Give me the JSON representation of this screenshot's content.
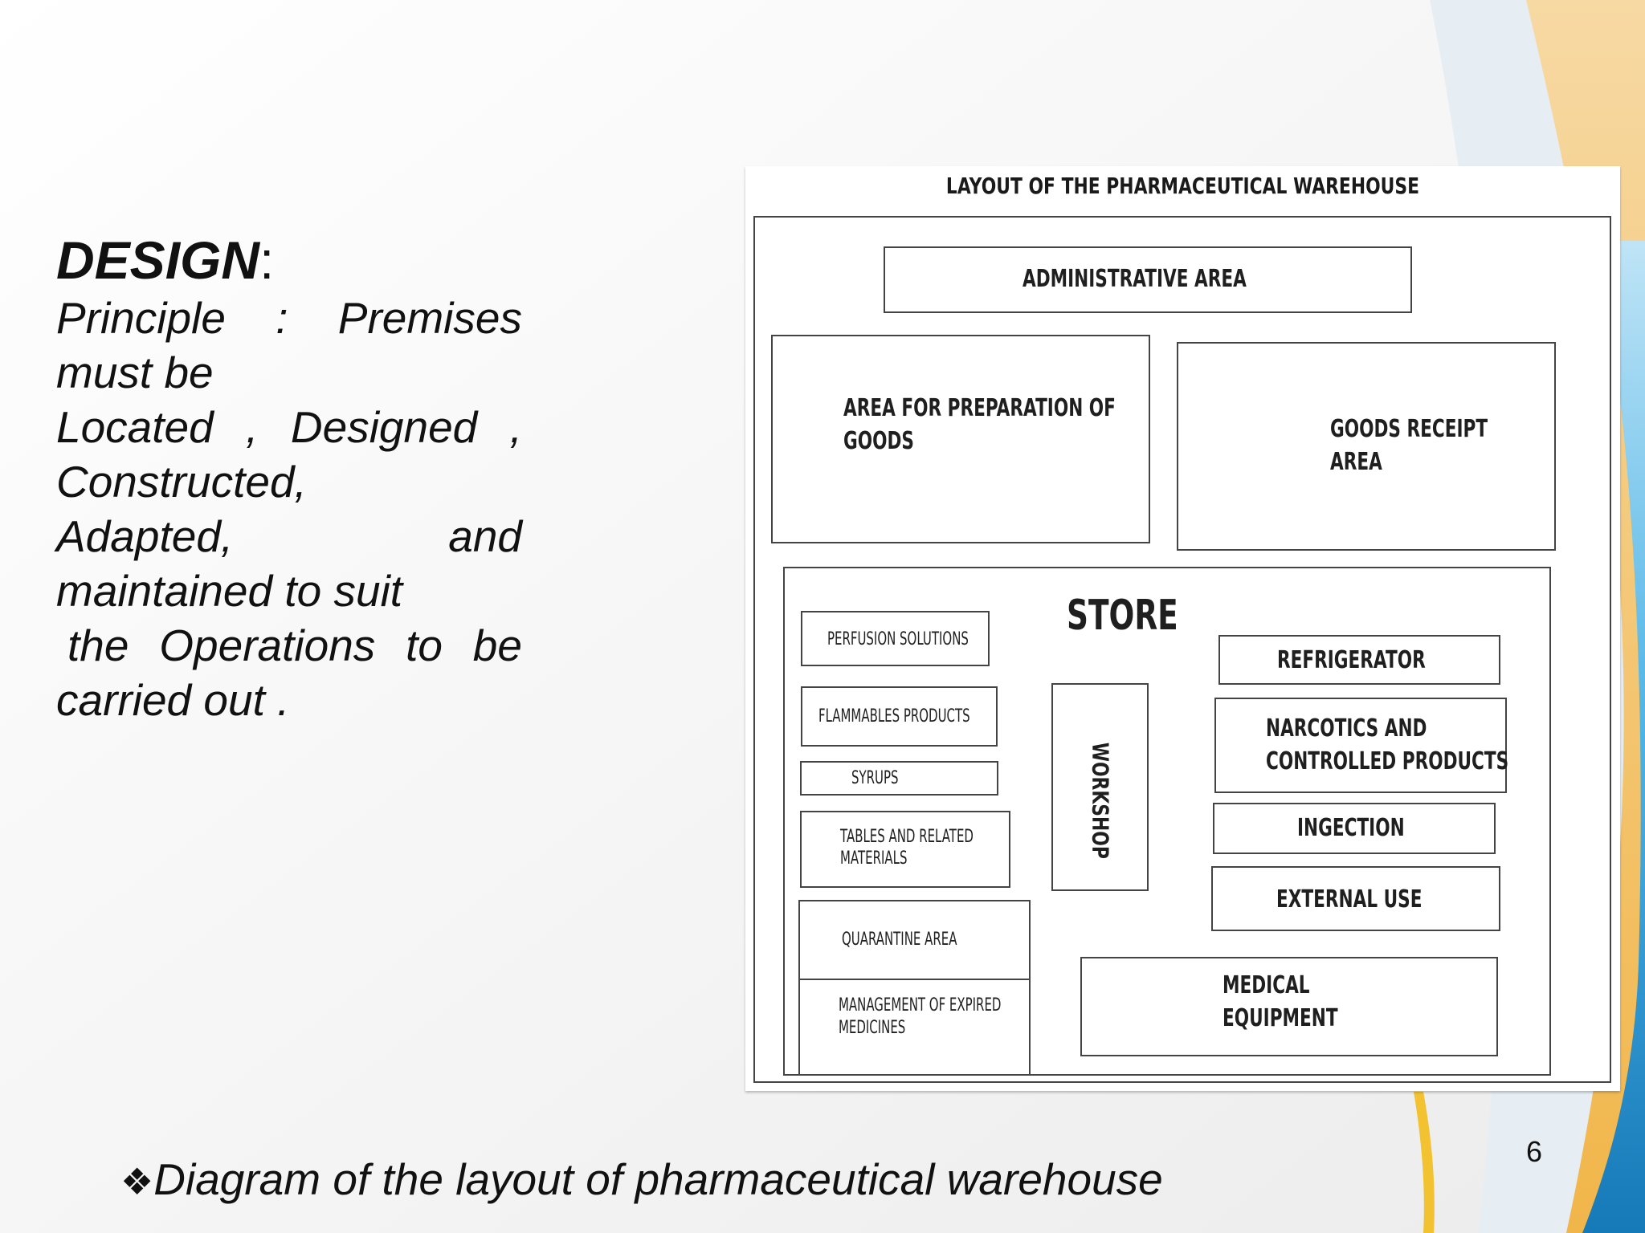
{
  "slide": {
    "heading": "DESIGN",
    "heading_colon": ":",
    "body_lines": [
      [
        "Principle",
        ":",
        "Premises"
      ],
      [
        "must be"
      ],
      [
        "Located",
        ",",
        "Designed",
        ","
      ],
      [
        "Constructed,"
      ],
      [
        "Adapted,",
        "and"
      ],
      [
        "maintained to suit"
      ],
      [
        "the",
        "Operations",
        "to",
        "be"
      ],
      [
        "carried out ."
      ]
    ],
    "caption_bullet": "❖",
    "caption": "Diagram of the layout of pharmaceutical warehouse",
    "page_number": "6"
  },
  "diagram": {
    "title": "LAYOUT OF THE PHARMACEUTICAL WAREHOUSE",
    "administrative": "ADMINISTRATIVE AREA",
    "preparation": [
      "AREA FOR PREPARATION OF",
      "GOODS"
    ],
    "goods_receipt": [
      "GOODS RECEIPT",
      "AREA"
    ],
    "store": "STORE",
    "perfusion": "PERFUSION SOLUTIONS",
    "flammables": "FLAMMABLES PRODUCTS",
    "syrups": "SYRUPS",
    "tables": [
      "TABLES AND RELATED",
      "MATERIALS"
    ],
    "quarantine": "QUARANTINE AREA",
    "expired": [
      "MANAGEMENT OF EXPIRED",
      "MEDICINES"
    ],
    "workshop": "WORKSHOP",
    "refrigerator": "REFRIGERATOR",
    "narcotics": [
      "NARCOTICS AND",
      "CONTROLLED PRODUCTS"
    ],
    "ingection": "INGECTION",
    "external_use": "EXTERNAL USE",
    "medical_equipment": [
      "MEDICAL",
      "EQUIPMENT"
    ]
  },
  "colors": {
    "background": "#f3f3f3",
    "accent_blue": "#1e8fd0",
    "accent_yellow": "#f2c230",
    "accent_orange": "#f0a845"
  }
}
